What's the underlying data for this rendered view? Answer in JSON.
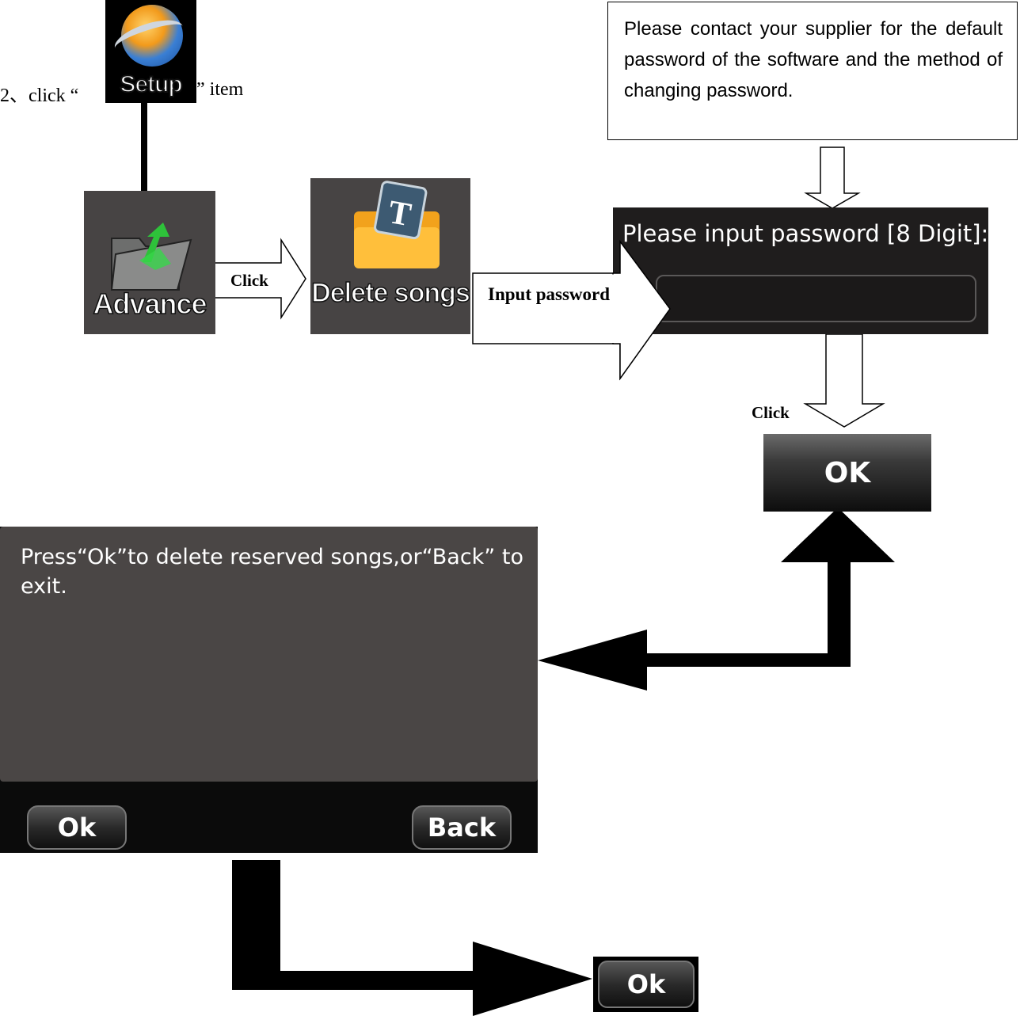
{
  "step": {
    "prefix": "2、click “",
    "icon_label": "Setup",
    "suffix": "” item"
  },
  "advance_tile": {
    "label": "Advance"
  },
  "delete_tile": {
    "label": "Delete songs",
    "badge": "T"
  },
  "click_label_1": "Click",
  "input_password_label": "Input password",
  "click_label_2": "Click",
  "note_box": {
    "text": "Please contact your supplier for the default password of the software and the method of changing password."
  },
  "password_panel": {
    "title": "Please input password [8 Digit]:",
    "input_value": ""
  },
  "ok_top": {
    "label": "OK"
  },
  "dialog": {
    "message": "Press“Ok”to delete reserved songs,or“Back” to exit.",
    "ok_label": "Ok",
    "back_label": "Back"
  },
  "final_ok": {
    "label": "Ok"
  },
  "colors": {
    "panel_dark": "#1f1d1d",
    "dialog_body": "#4a4645",
    "tile_bg": "#474444"
  }
}
